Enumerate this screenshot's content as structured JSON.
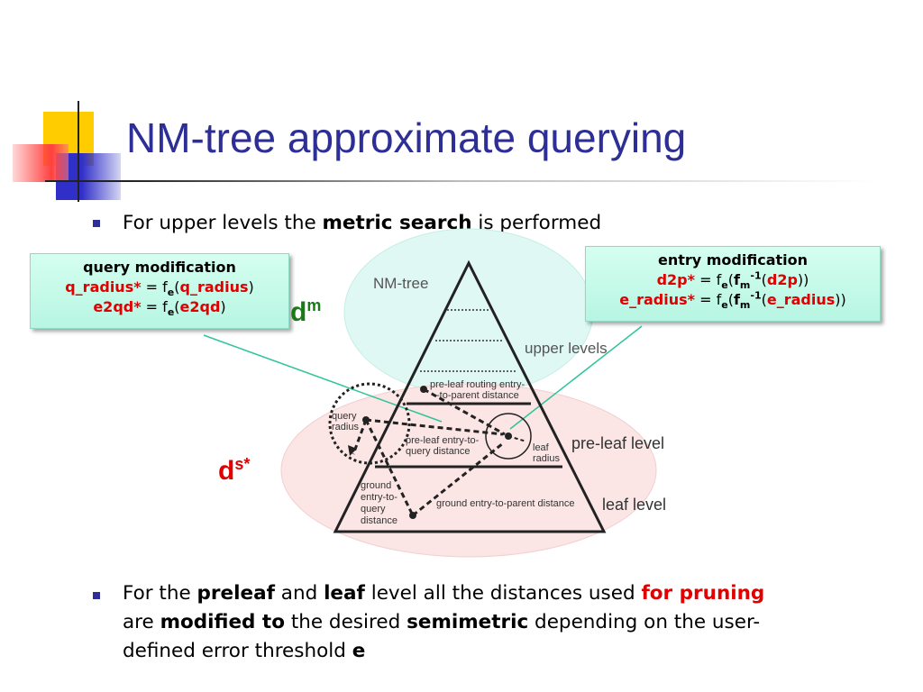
{
  "slide": {
    "title": "NM-tree approximate querying"
  },
  "bullet1": {
    "prefix": "For upper levels the ",
    "bold": "metric search",
    "suffix": " is performed"
  },
  "query_callout": {
    "heading": "query modification",
    "line1": {
      "lhs": "q_radius*",
      "eq": " = f",
      "sub": "e",
      "open": "(",
      "arg": "q_radius",
      "close": ")"
    },
    "line2": {
      "lhs": "e2qd*",
      "eq": " = f",
      "sub": "e",
      "open": "(",
      "arg": "e2qd",
      "close": ")"
    }
  },
  "entry_callout": {
    "heading": "entry modification",
    "line1": {
      "lhs": "d2p*",
      "eq": " = f",
      "sub": "e",
      "open": "(",
      "f": "f",
      "fsub": "m",
      "fsup": "-1",
      "open2": "(",
      "arg": "d2p",
      "close": "))"
    },
    "line2": {
      "lhs": "e_radius*",
      "eq": " = f",
      "sub": "e",
      "open": "(",
      "f": "f",
      "fsub": "m",
      "fsup": "-1",
      "open2": "(",
      "arg": "e_radius",
      "close": "))"
    }
  },
  "symbols": {
    "dm_base": "d",
    "dm_sup": "m",
    "dm_color": "#1a7a1a",
    "ds_base": "d",
    "ds_sup": "s*",
    "ds_color": "#e00000"
  },
  "diagram": {
    "tree_label": "NM-tree",
    "upper_levels": "upper levels",
    "preleaf_level": "pre-leaf level",
    "leaf_level": "leaf level",
    "preleaf_routing_1": "pre-leaf routing entry-",
    "preleaf_routing_2": "-to-parent distance",
    "preleaf_e2q_1": "pre-leaf entry-to-",
    "preleaf_e2q_2": "query distance",
    "query_radius_1": "query",
    "query_radius_2": "radius",
    "leaf_radius_1": "leaf",
    "leaf_radius_2": "radius",
    "ground_e2q_1": "ground",
    "ground_e2q_2": "entry-to-",
    "ground_e2q_3": "query",
    "ground_e2q_4": "distance",
    "ground_e2p": "ground entry-to-parent distance"
  },
  "bullet2": {
    "t1": "For the ",
    "b1": "preleaf",
    "t2": " and ",
    "b2": "leaf",
    "t3": " level all the distances used ",
    "r1": "for pruning",
    "t4": "are ",
    "b3": "modified to",
    "t5": " the desired ",
    "b4": "semimetric",
    "t6": " depending on the user-",
    "t7": "defined error threshold ",
    "b5": "e"
  },
  "colors": {
    "title": "#2e2f96",
    "accent_red": "#e00000",
    "callout_bg": "#c8fbe9",
    "upper_ellipse": "#dcf8f4",
    "lower_ellipse": "#fbe3e3"
  }
}
